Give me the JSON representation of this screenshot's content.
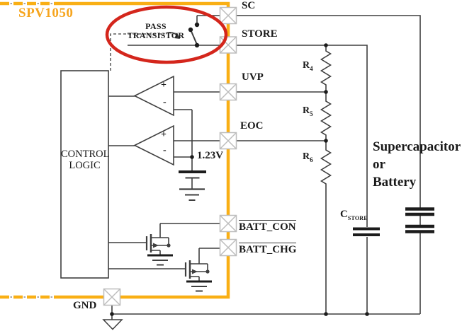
{
  "chip": {
    "name": "SPV1050"
  },
  "annotation": {
    "pass": "PASS",
    "transistor": "TRANSISTOR"
  },
  "control_logic": {
    "line1": "CONTROL",
    "line2": "LOGIC"
  },
  "pins": {
    "sc": "SC",
    "store": "STORE",
    "uvp": "UVP",
    "eoc": "EOC",
    "batt_con": "BATT_CON",
    "batt_chg": "BATT_CHG",
    "gnd": "GND"
  },
  "comparators": {
    "plus": "+",
    "minus": "-"
  },
  "reference": {
    "voltage": "1.23V"
  },
  "resistors": [
    {
      "base": "R",
      "sub": "4"
    },
    {
      "base": "R",
      "sub": "5"
    },
    {
      "base": "R",
      "sub": "6"
    }
  ],
  "capacitor": {
    "base": "C",
    "sub": "STORE"
  },
  "storage": {
    "line1": "Supercapacitor",
    "line2": "or",
    "line3": "Battery"
  },
  "colors": {
    "chip_boundary": "#F9AF15",
    "highlight_ellipse": "#D4261C",
    "wire": "#3F3F3F",
    "pin_outline": "#BDBDBD",
    "label_text": "#1A1A1A"
  }
}
